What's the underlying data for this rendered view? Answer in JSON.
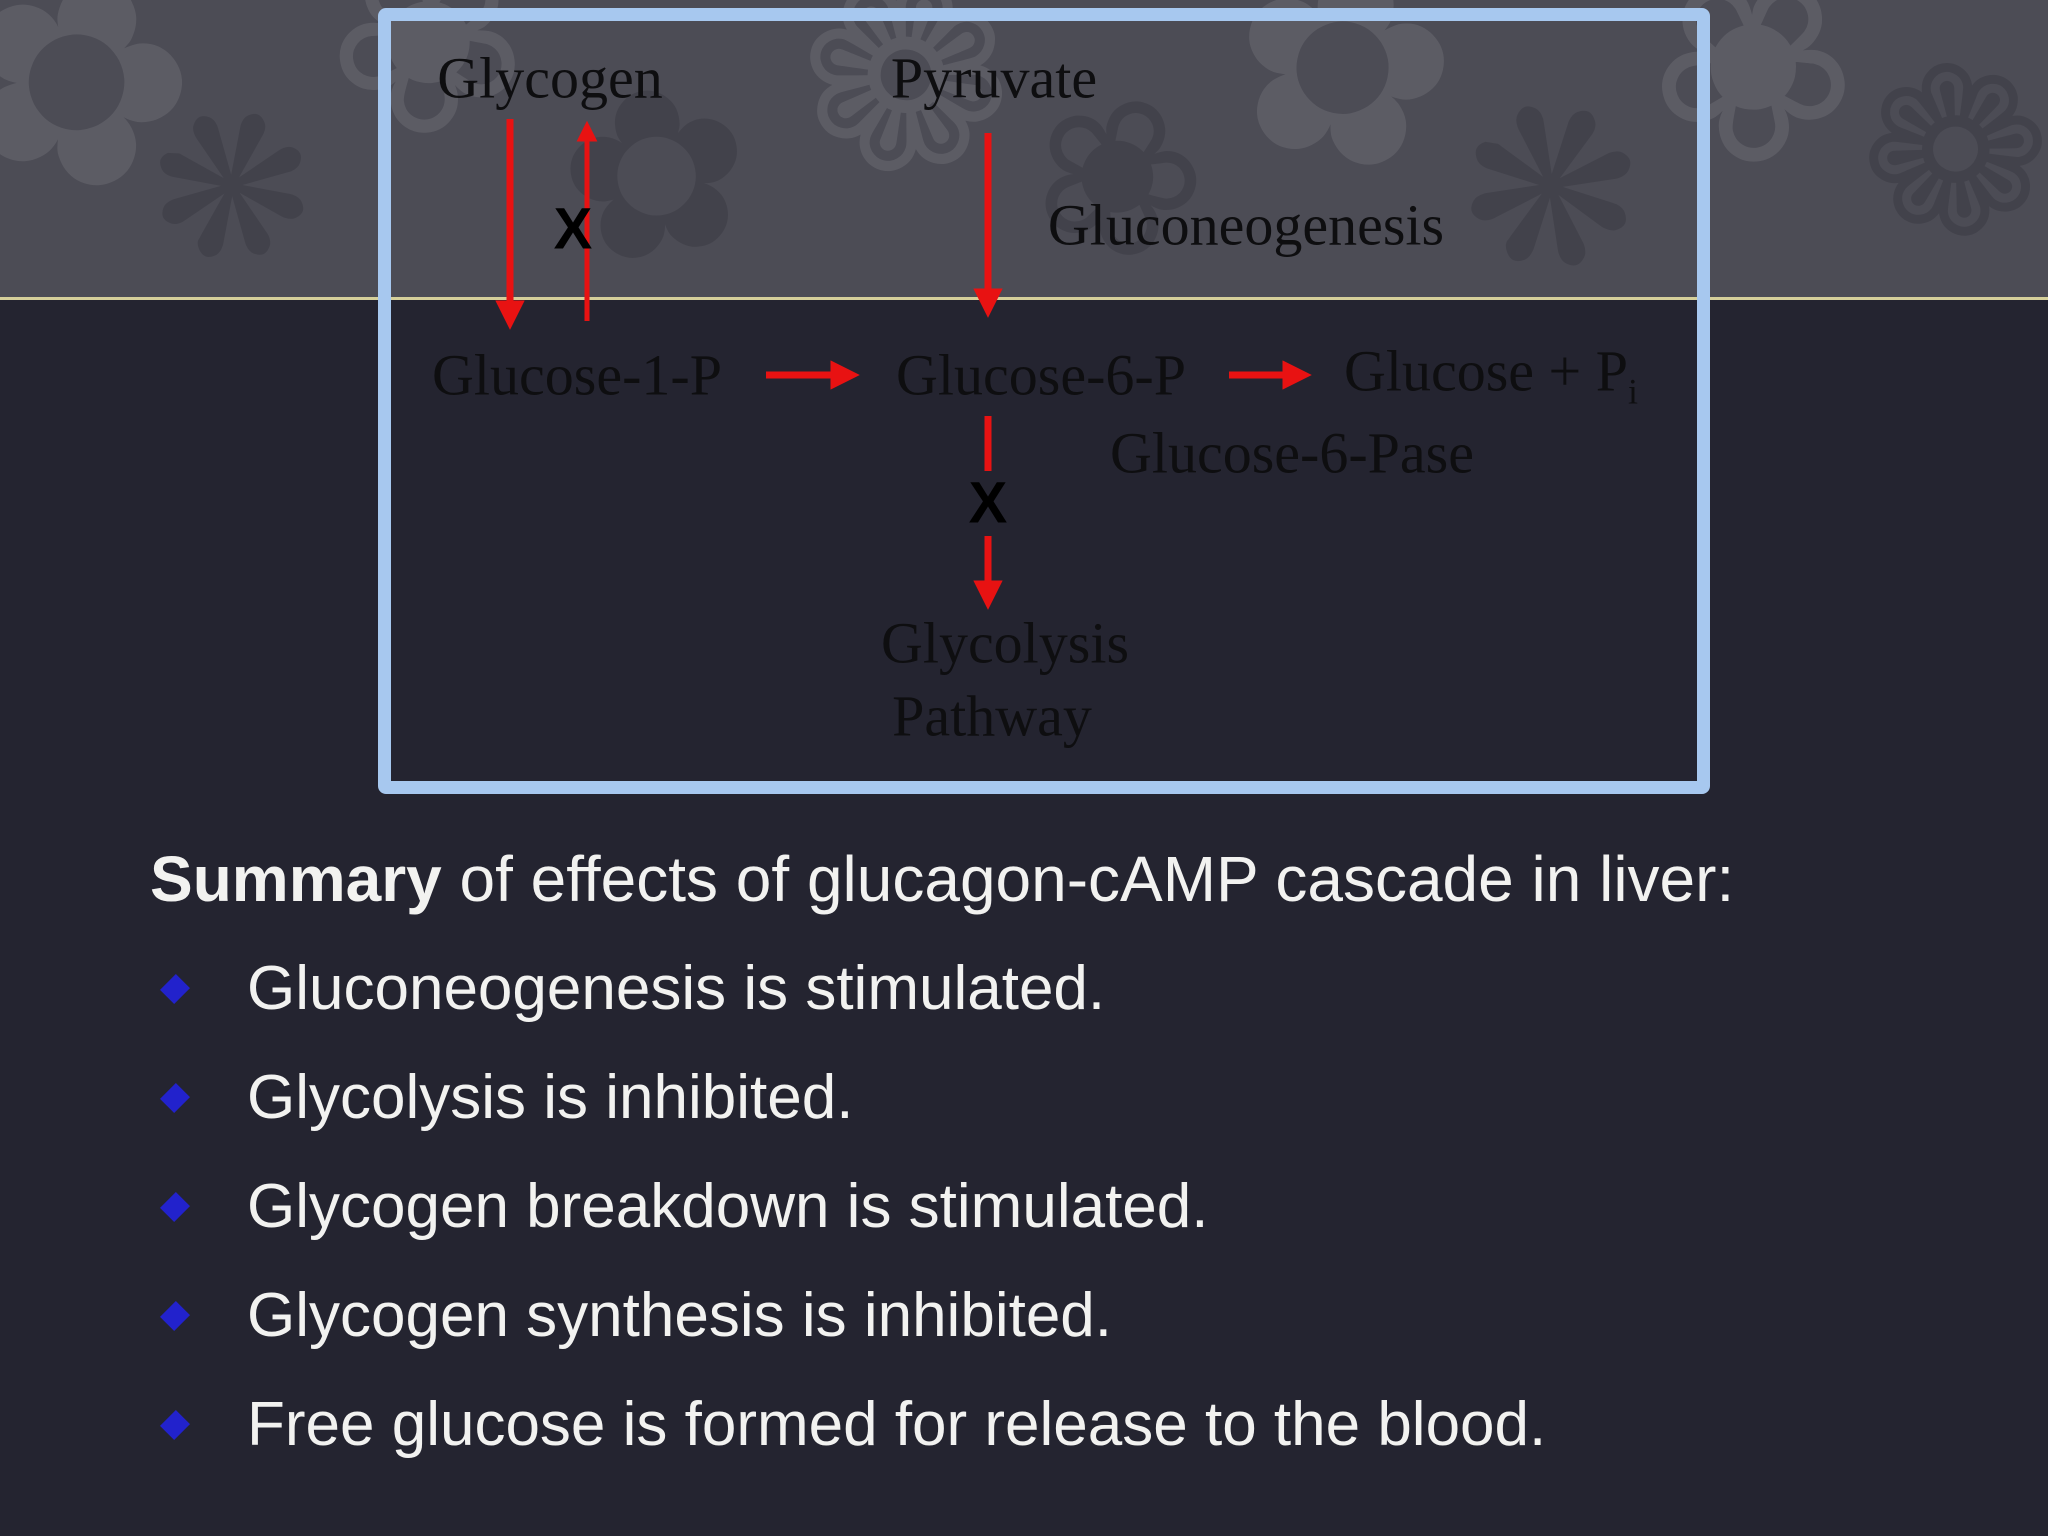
{
  "diagram": {
    "glycogen": "Glycogen",
    "pyruvate": "Pyruvate",
    "gluconeogenesis_label": "Gluconeogenesis",
    "glucose_1_p": "Glucose-1-P",
    "glucose_6_p": "Glucose-6-P",
    "glucose_plus_p": "Glucose + P",
    "glucose_plus_p_sub": "i",
    "glucose_6_pase_label": "Glucose-6-Pase",
    "glycolysis_line1": "Glycolysis",
    "glycolysis_line2": "Pathway",
    "block_x_glycogen_synthesis": "X",
    "block_x_glycolysis": "X",
    "colors": {
      "arrow_red": "#e81212",
      "box_border_blue": "#a7c8ef",
      "label_black": "#0e0e10"
    }
  },
  "summary": {
    "heading_bold": "Summary",
    "heading_rest": " of effects of glucagon-cAMP cascade in liver:",
    "bullets": [
      "Gluconeogenesis is stimulated.",
      "Glycolysis is inhibited.",
      "Glycogen breakdown is stimulated.",
      "Glycogen synthesis is inhibited.",
      "Free glucose is formed for release to the blood."
    ],
    "colors": {
      "bullet_blue": "#2222cc",
      "text_white": "#f2f2f0",
      "divider_gold": "#d5cf9a"
    }
  }
}
